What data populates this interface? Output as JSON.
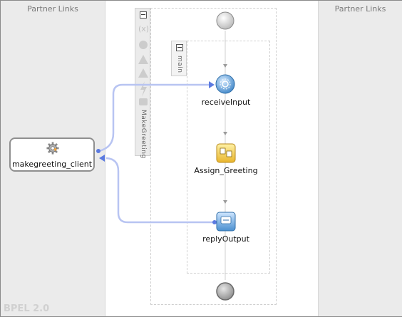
{
  "lanes": {
    "left_title": "Partner Links",
    "right_title": "Partner Links"
  },
  "partner_link": {
    "label": "makegreeting_client",
    "icon": "gear-icon"
  },
  "process": {
    "scope_label": "MakeGreeting",
    "sequence_label": "main"
  },
  "activities": [
    {
      "label": "receiveInput",
      "icon": "receive-icon"
    },
    {
      "label": "Assign_Greeting",
      "icon": "assign-icon"
    },
    {
      "label": "replyOutput",
      "icon": "reply-icon"
    }
  ],
  "footer": {
    "version": "BPEL 2.0"
  },
  "colors": {
    "wire": "#b8c4f2",
    "activity_blue": "#5b9bd5",
    "assign_yellow": "#f2c84b",
    "lane_bg": "#ebebeb"
  }
}
